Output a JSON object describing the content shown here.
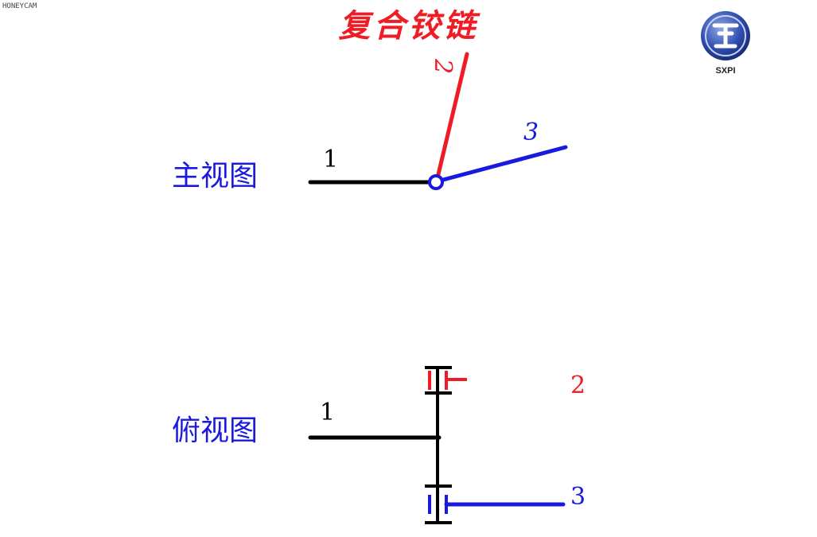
{
  "watermark": "HONEYCAM",
  "title": "复合铰链",
  "logo": {
    "text": "SXPI"
  },
  "front_view": {
    "label": "主视图",
    "link_labels": [
      "1",
      "2",
      "3"
    ]
  },
  "top_view": {
    "label": "俯视图",
    "link_labels": [
      "1",
      "2",
      "3"
    ]
  },
  "colors": {
    "title": "#ee1c25",
    "label_text": "#1a1adf",
    "link1": "#000000",
    "link2": "#ee1c25",
    "link3": "#1a1adf",
    "logo_blue": "#1f3a94"
  }
}
